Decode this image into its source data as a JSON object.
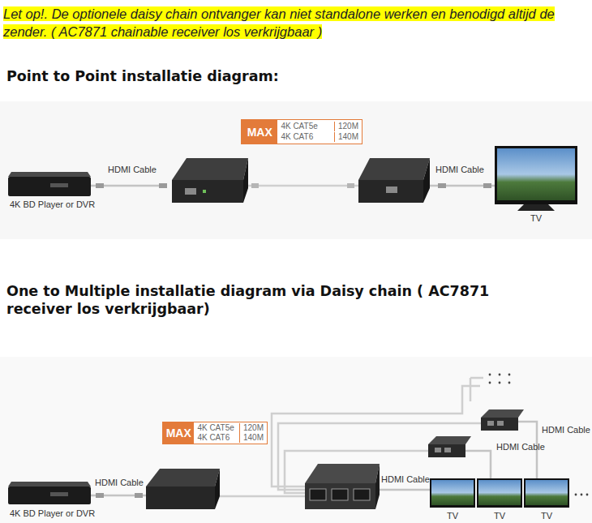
{
  "diagram": {
    "nodes": [
      {
        "text": [
          "MAX",
          "4K CAT5e",
          "120M",
          "4K CAT6",
          "140M"
        ]
      },
      {
        "text": [
          "4K BD Player or DVR"
        ]
      },
      {
        "text": [
          "TV"
        ]
      },
      {
        "text": [
          "MAX",
          "4K CAT5e",
          "120M",
          "4K CAT6",
          "140M"
        ]
      },
      {
        "text": [
          "4K BD Player or DVR"
        ]
      },
      {
        "text": [
          "TV"
        ]
      },
      {
        "text": [
          "TV"
        ]
      },
      {
        "text": [
          "TV"
        ]
      }
    ],
    "labels": [
      "Let op!. De optionele daisy chain ontvanger kan niet standalone werken en benodigd altijd de zender. ( AC7871 chainable receiver los verkrijgbaar )",
      "Point to Point installatie diagram:",
      "HDMI Cable",
      "HDMI Cable",
      "One to Multiple installatie diagram via Daisy chain ( AC7871 receiver los verkrijgbaar)",
      "HDMI Cable",
      "HDMI Cable",
      "HDMI Cable",
      "HDMI Cable"
    ]
  }
}
